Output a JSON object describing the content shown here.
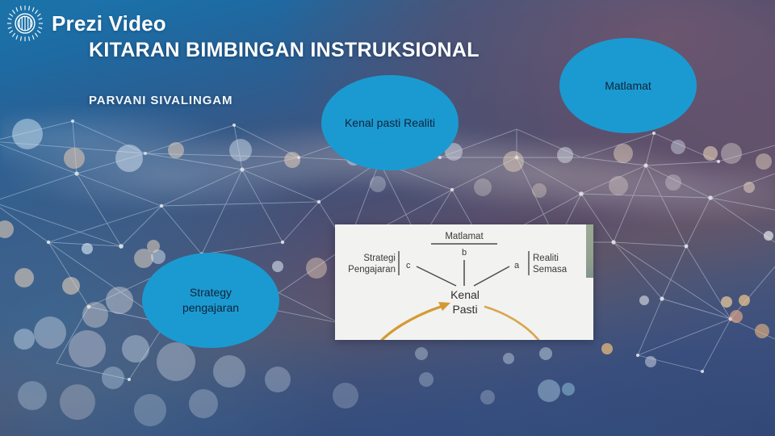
{
  "brand": {
    "logo_icon": "prezi-sunburst-icon",
    "name": "Prezi Video"
  },
  "slide": {
    "title": "KITARAN BIMBINGAN INSTRUKSIONAL",
    "presenter": "PARVANI SIVALINGAM",
    "accent_color": "#1b9ad1",
    "title_color": "#ffffff",
    "panel_bg_color": "#f2f2f0"
  },
  "nodes": [
    {
      "id": "realiti",
      "label": "Kenal pasti Realiti",
      "line1": "Kenal pasti Realiti",
      "line2": ""
    },
    {
      "id": "matlamat",
      "label": "Matlamat",
      "line1": "Matlamat",
      "line2": ""
    },
    {
      "id": "strategi",
      "label": "Strategy pengajaran",
      "line1": "Strategy",
      "line2": "pengajaran"
    }
  ],
  "diagram": {
    "center_line1": "Kenal",
    "center_line2": "Pasti",
    "top_label": "Matlamat",
    "top_marker": "b",
    "left_line1": "Strategi",
    "left_line2": "Pengajaran",
    "left_marker": "c",
    "right_line1": "Realiti",
    "right_line2": "Semasa",
    "right_marker": "a",
    "arrow_color": "#d39a33"
  }
}
